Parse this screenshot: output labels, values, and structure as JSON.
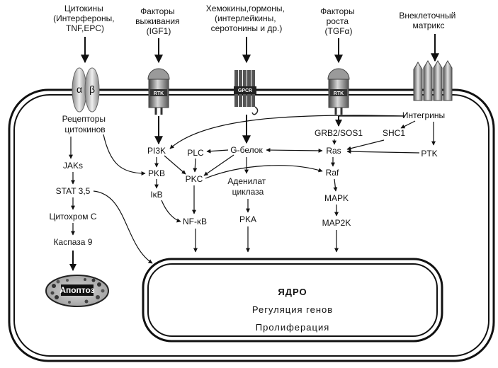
{
  "inputs": {
    "cytokines": [
      "Цитокины",
      "(Интерфероны,",
      "TNF,EPC)"
    ],
    "survival": [
      "Факторы",
      "выживания",
      "(IGF1)"
    ],
    "chemokines": [
      "Хемокины,гормоны,",
      "(интерлейкины,",
      "серотонины и др.)"
    ],
    "growth": [
      "Факторы",
      "роста",
      "(TGFα)"
    ],
    "matrix": [
      "Внеклеточный",
      "матрикс"
    ]
  },
  "receptors": {
    "alpha": "α",
    "beta": "β",
    "rtk": "RTK",
    "gpcr": "GPCR",
    "cytokine_receptors": [
      "Рецепторы",
      "цитокинов"
    ],
    "integrins": "Интегрины"
  },
  "nodes": {
    "jaks": "JAKs",
    "stat": "STAT 3,5",
    "cytochrome": "Цитохром С",
    "caspase": "Каспаза 9",
    "apoptosis": "Апоптоз",
    "pi3k": "PI3K",
    "pkb": "PKB",
    "ikb": "IκB",
    "plc": "PLC",
    "pkc": "PKC",
    "nfkb": "NF-κB",
    "g_protein": "G-белок",
    "adenylate": [
      "Аденилат",
      "циклаза"
    ],
    "pka": "PKA",
    "grb2": "GRB2/SOS1",
    "shc1": "SHC1",
    "ras": "Ras",
    "raf": "Raf",
    "mapk": "MAPK",
    "map2k": "MAP2K",
    "ptk": "PTK"
  },
  "nucleus": {
    "title": "ЯДРО",
    "line1": "Регуляция генов",
    "line2": "Пролиферация"
  }
}
